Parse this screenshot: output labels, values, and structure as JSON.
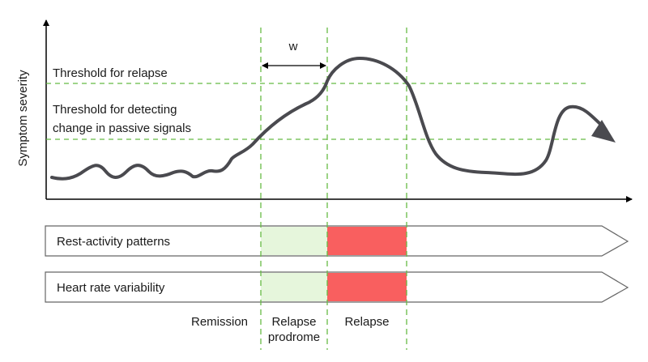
{
  "diagram": {
    "y_axis_label": "Symptom severity",
    "window_label": "w",
    "thresholds": {
      "relapse": "Threshold for relapse",
      "detect_line1": "Threshold for detecting",
      "detect_line2": "change in passive signals"
    },
    "signal_tracks": [
      {
        "label": "Rest-activity patterns"
      },
      {
        "label": "Heart rate variability"
      }
    ],
    "phases": {
      "remission": "Remission",
      "prodrome_line1": "Relapse",
      "prodrome_line2": "prodrome",
      "relapse": "Relapse"
    },
    "colors": {
      "guide_lines": "#66bb44",
      "curve": "#4a4a4f",
      "prodrome_fill": "#e6f6dc",
      "relapse_fill": "#f95f5f"
    }
  }
}
